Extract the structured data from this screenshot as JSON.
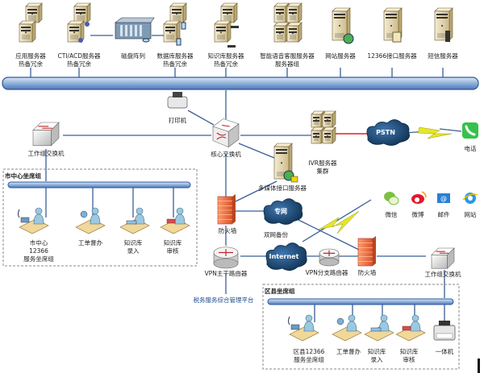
{
  "diagram": {
    "top_servers": [
      {
        "id": "app",
        "label_lines": [
          "应用服务器",
          "热备冗余"
        ]
      },
      {
        "id": "cti",
        "label_lines": [
          "CTI/ACD服务器",
          "热备冗余"
        ]
      },
      {
        "id": "disk",
        "label_lines": [
          "磁盘阵列"
        ]
      },
      {
        "id": "db",
        "label_lines": [
          "数据库服务器",
          "热备冗余"
        ]
      },
      {
        "id": "kb",
        "label_lines": [
          "知识库服务器",
          "热备冗余"
        ]
      },
      {
        "id": "ai",
        "label_lines": [
          "智能语音客服服务器",
          "服务器组"
        ]
      },
      {
        "id": "web",
        "label_lines": [
          "网站服务器"
        ]
      },
      {
        "id": "api",
        "label_lines": [
          "12366接口服务器"
        ]
      },
      {
        "id": "sms",
        "label_lines": [
          "短信服务器"
        ]
      }
    ],
    "core": {
      "printer": "打印机",
      "core_switch": "核心交换机",
      "ivr_lines": [
        "IVR服务器",
        "集群"
      ],
      "pstn": "PSTN",
      "phone": "电话",
      "multimedia": "多媒体接口服务器",
      "firewall_main": "防火墙",
      "private_net": "专网",
      "dual_backup": "双网备份",
      "internet": "Internet",
      "vpn_main": "VPN主干路由器",
      "vpn_branch": "VPN分支路由器",
      "firewall_branch": "防火墙",
      "mgmt_platform": "税务服务综合管理平台",
      "left_switch": "工作组交换机",
      "right_switch": "工作组交换机"
    },
    "social": [
      {
        "id": "wechat",
        "label": "微信",
        "icon": "wechat-icon"
      },
      {
        "id": "weibo",
        "label": "微博",
        "icon": "weibo-icon"
      },
      {
        "id": "mail",
        "label": "邮件",
        "icon": "mail-icon"
      },
      {
        "id": "site",
        "label": "网站",
        "icon": "ie-icon"
      }
    ],
    "city_group": {
      "title": "市中心坐席组",
      "members": [
        {
          "label_lines": [
            "市中心",
            "12366",
            "服务坐席组"
          ]
        },
        {
          "label_lines": [
            "工单督办"
          ]
        },
        {
          "label_lines": [
            "知识库",
            "录入"
          ]
        },
        {
          "label_lines": [
            "知识库",
            "审核"
          ]
        }
      ]
    },
    "district_group": {
      "title": "区县坐席组",
      "members": [
        {
          "label_lines": [
            "区县12366",
            "服务坐席组"
          ]
        },
        {
          "label_lines": [
            "工单督办"
          ]
        },
        {
          "label_lines": [
            "知识库",
            "录入"
          ]
        },
        {
          "label_lines": [
            "知识库",
            "审核"
          ]
        },
        {
          "label_lines": [
            "一体机"
          ]
        }
      ]
    },
    "colors": {
      "line": "#3a5f96",
      "bus_fill": "#a9c3e4",
      "bus_edge": "#2e5aa0",
      "red_link": "#e02020",
      "cloud": "#1f4e79",
      "firewall": "#f06a3a",
      "server": "#e8dcb8",
      "bolt": "#e6e62a"
    }
  }
}
